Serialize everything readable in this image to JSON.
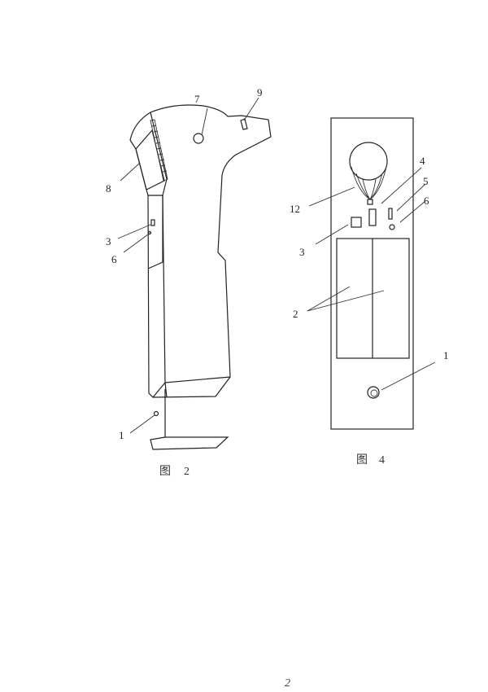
{
  "figure2": {
    "caption_prefix": "图",
    "caption_number": "2",
    "labels": {
      "l7": "7",
      "l9": "9",
      "l8": "8",
      "l3": "3",
      "l6": "6",
      "l1": "1"
    }
  },
  "figure4": {
    "caption_prefix": "图",
    "caption_number": "4",
    "labels": {
      "l4": "4",
      "l5": "5",
      "l6": "6",
      "l12": "12",
      "l3": "3",
      "l2": "2",
      "l1": "1"
    }
  },
  "page_number": "2"
}
